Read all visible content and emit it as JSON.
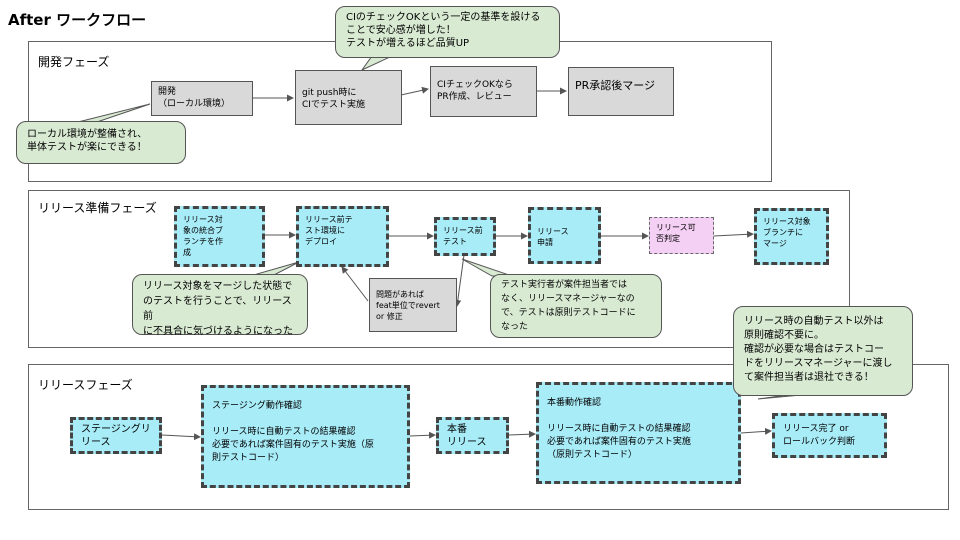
{
  "title": "After ワークフロー",
  "phases": {
    "dev": {
      "label": "開発フェーズ",
      "box_local": "開発\n（ローカル環境）",
      "box_ci": "git push時に\nCIでテスト実施",
      "box_review": "CIチェックOKなら\nPR作成、レビュー",
      "box_merge": "PR承認後マージ",
      "note_top": "CIのチェックOKという一定の基準を設ける\nことで安心感が増した！\nテストが増えるほど品質UP",
      "note_local": "ローカル環境が整備され、\n単体テストが楽にできる！"
    },
    "prep": {
      "label": "リリース準備フェーズ",
      "box_integrate": "リリース対\n象の統合ブ\nランチを作\n成",
      "box_deploy": "リリース前テ\nスト環境に\nデプロイ",
      "box_pretest": "リリース前\nテスト",
      "box_apply": "リリース\n申請",
      "box_approve": "リリース可\n否判定",
      "box_merge": "リリース対象\nブランチに\nマージ",
      "box_issue": "問題があれば\nfeat単位でrevert\nor 修正",
      "note_merged": "リリース対象をマージした状態で\nのテストを行うことで、リリース前\nに不具合に気づけるようになった",
      "note_tester": "テスト実行者が案件担当者では\nなく、リリースマネージャーなの\nで、テストは原則テストコードに\nなった"
    },
    "release": {
      "label": "リリースフェーズ",
      "box_staging": "ステージングリ\nリース",
      "box_staging_check": "ステージング動作確認\n\nリリース時に自動テストの結果確認\n必要であれば案件固有のテスト実施（原\n則テストコード）",
      "box_prod": "本番\nリリース",
      "box_prod_check": "本番動作確認\n\nリリース時に自動テストの結果確認\n必要であれば案件固有のテスト実施\n（原則テストコード）",
      "box_done": "リリース完了 or\nロールバック判断",
      "note_auto": "リリース時の自動テスト以外は\n原則確認不要に。\n確認が必要な場合はテストコー\nドをリリースマネージャーに渡し\nて案件担当者は退社できる！"
    }
  },
  "colors": {
    "process_gray": "#d9d9d9",
    "process_cyan": "#a8ecf8",
    "decision_pink": "#f5d0f5",
    "note_green": "#d9ead3",
    "border": "#555555"
  }
}
